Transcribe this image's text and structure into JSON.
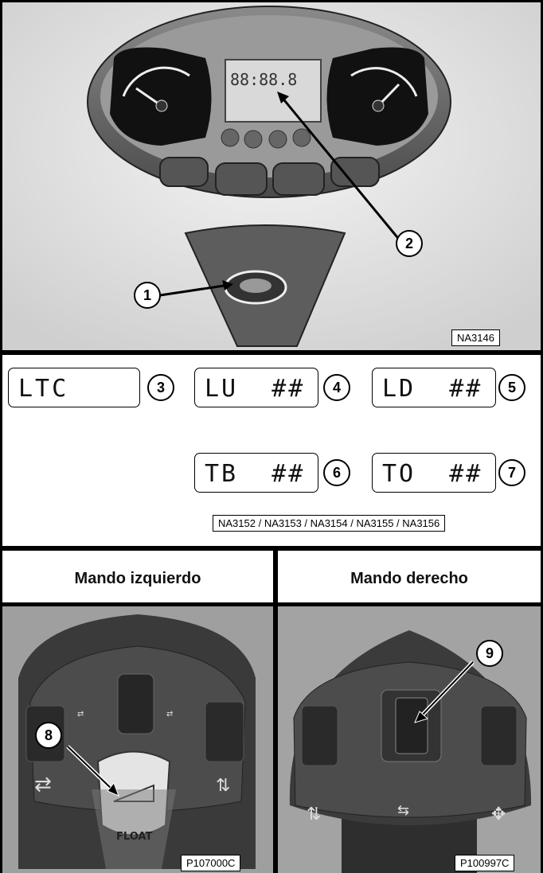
{
  "top_section": {
    "figure_code": "NA3146",
    "callouts": [
      "1",
      "2"
    ],
    "lcd_readout": "88:88.8"
  },
  "display_codes": {
    "items": [
      {
        "code": "LTC",
        "callout": "3"
      },
      {
        "code": "LU  ##",
        "callout": "4"
      },
      {
        "code": "LD  ##",
        "callout": "5"
      },
      {
        "code": "TB  ##",
        "callout": "6"
      },
      {
        "code": "TO  ##",
        "callout": "7"
      }
    ],
    "figure_codes": "NA3152 / NA3153 / NA3154 / NA3155 / NA3156"
  },
  "controls": {
    "left": {
      "title": "Mando izquierdo",
      "callout": "8",
      "figure_code": "P107000C",
      "float_label": "FLOAT"
    },
    "right": {
      "title": "Mando derecho",
      "callout": "9",
      "figure_code": "P100997C"
    }
  }
}
